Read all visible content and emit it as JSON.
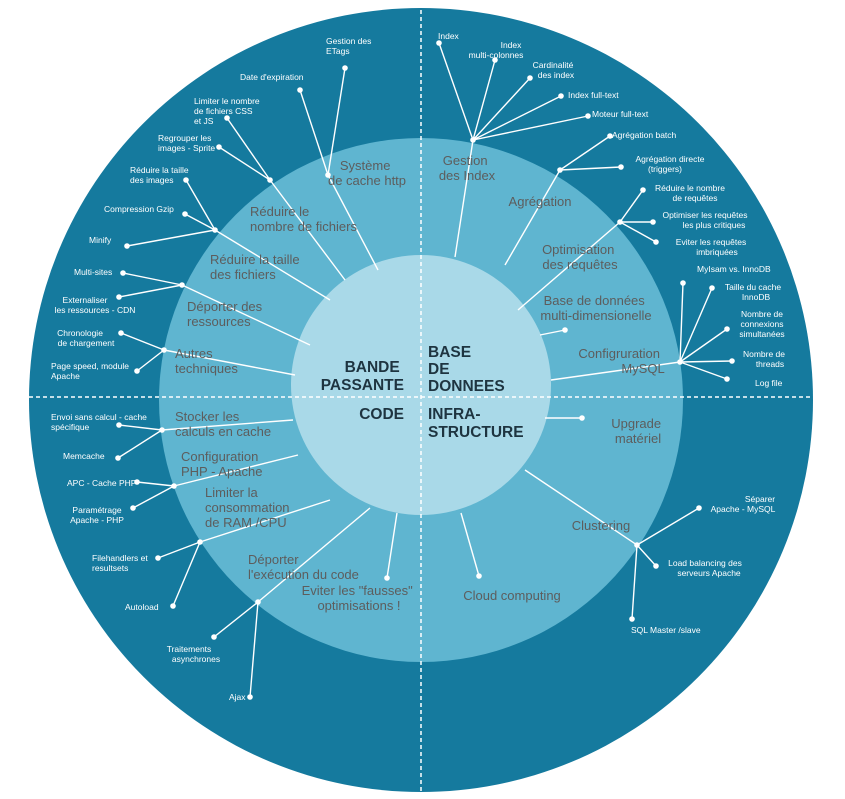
{
  "colors": {
    "outer": "#157a9e",
    "middle": "#5fb5d0",
    "inner": "#a9d9e8",
    "text_dark": "#1e3440",
    "text_mid": "#5d5d5d",
    "white": "#ffffff"
  },
  "core": {
    "bande_passante": [
      "BANDE",
      "PASSANTE"
    ],
    "base_de_donnees": [
      "BASE",
      "DE",
      "DONNEES"
    ],
    "code": [
      "CODE"
    ],
    "infrastructure": [
      "INFRA-",
      "STRUCTURE"
    ]
  },
  "branches": {
    "systeme_cache": {
      "mid": [
        "Système",
        "de cache http"
      ],
      "leaves": [
        [
          "Gestion des",
          "ETags"
        ],
        [
          "Date d'expiration"
        ]
      ]
    },
    "reduire_fichiers": {
      "mid": [
        "Réduire le",
        "nombre de fichiers"
      ],
      "leaves": [
        [
          "Limiter le nombre",
          "de fichiers CSS",
          "et JS"
        ],
        [
          "Regrouper les",
          "images - Sprite"
        ]
      ]
    },
    "reduire_taille": {
      "mid": [
        "Réduire la taille",
        "des fichiers"
      ],
      "leaves": [
        [
          "Réduire la taille",
          "des images"
        ],
        [
          "Compression Gzip"
        ],
        [
          "Minify"
        ]
      ]
    },
    "deporter_ressources": {
      "mid": [
        "Déporter des",
        "ressources"
      ],
      "leaves": [
        [
          "Multi-sites"
        ],
        [
          "Externaliser",
          "les ressources - CDN"
        ]
      ]
    },
    "autres_techniques": {
      "mid": [
        "Autres",
        "techniques"
      ],
      "leaves": [
        [
          "Chronologie",
          "de chargement"
        ],
        [
          "Page speed, module",
          "Apache"
        ]
      ]
    },
    "gestion_index": {
      "mid": [
        "Gestion",
        "des Index"
      ],
      "leaves": [
        [
          "Index"
        ],
        [
          "Index",
          "multi-colonnes"
        ],
        [
          "Cardinalité",
          "des index"
        ],
        [
          "Index full-text"
        ],
        [
          "Moteur full-text"
        ]
      ]
    },
    "agregation": {
      "mid": [
        "Agrégation"
      ],
      "leaves": [
        [
          "Agrégation batch"
        ],
        [
          "Agrégation directe",
          "(triggers)"
        ]
      ]
    },
    "optimisation_requetes": {
      "mid": [
        "Optimisation",
        "des requêtes"
      ],
      "leaves": [
        [
          "Réduire le nombre",
          "de requêtes"
        ],
        [
          "Optimiser les requêtes",
          "les plus critiques"
        ],
        [
          "Eviter les requêtes",
          "imbriquées"
        ]
      ]
    },
    "base_multi": {
      "mid": [
        "Base de données",
        "multi-dimensionelle"
      ],
      "leaves": []
    },
    "config_mysql": {
      "mid": [
        "Configruration",
        "MySQL"
      ],
      "leaves": [
        [
          "MyIsam vs. InnoDB"
        ],
        [
          "Taille du cache",
          "InnoDB"
        ],
        [
          "Nombre de",
          "connexions",
          "simultanées"
        ],
        [
          "Nombre de",
          "threads"
        ],
        [
          "Log file"
        ]
      ]
    },
    "stocker_calculs": {
      "mid": [
        "Stocker les",
        "calculs  en cache"
      ],
      "leaves": [
        [
          "Envoi sans calcul - cache",
          "spécifique"
        ],
        [
          "Memcache"
        ]
      ]
    },
    "config_php": {
      "mid": [
        "Configuration",
        "PHP - Apache"
      ],
      "leaves": [
        [
          "APC - Cache PHP"
        ],
        [
          "Paramétrage",
          "Apache - PHP"
        ]
      ]
    },
    "limiter_conso": {
      "mid": [
        "Limiter la",
        "consommation",
        "de RAM /CPU"
      ],
      "leaves": [
        [
          "Filehandlers et",
          "resultsets"
        ],
        [
          "Autoload"
        ]
      ]
    },
    "deporter_execution": {
      "mid": [
        "Déporter",
        "l'exécution du code"
      ],
      "leaves": [
        [
          "Traitements",
          "asynchrones"
        ],
        [
          "Ajax"
        ]
      ]
    },
    "fausses_optimisations": {
      "mid": [
        "Eviter les \"fausses\"",
        "optimisations !"
      ],
      "leaves": []
    },
    "upgrade": {
      "mid": [
        "Upgrade",
        "matériel"
      ],
      "leaves": []
    },
    "clustering": {
      "mid": [
        "Clustering"
      ],
      "leaves": [
        [
          "Séparer",
          "Apache - MySQL"
        ],
        [
          "Load balancing des",
          "serveurs Apache"
        ],
        [
          "SQL Master /slave"
        ]
      ]
    },
    "cloud": {
      "mid": [
        "Cloud computing"
      ],
      "leaves": []
    }
  }
}
